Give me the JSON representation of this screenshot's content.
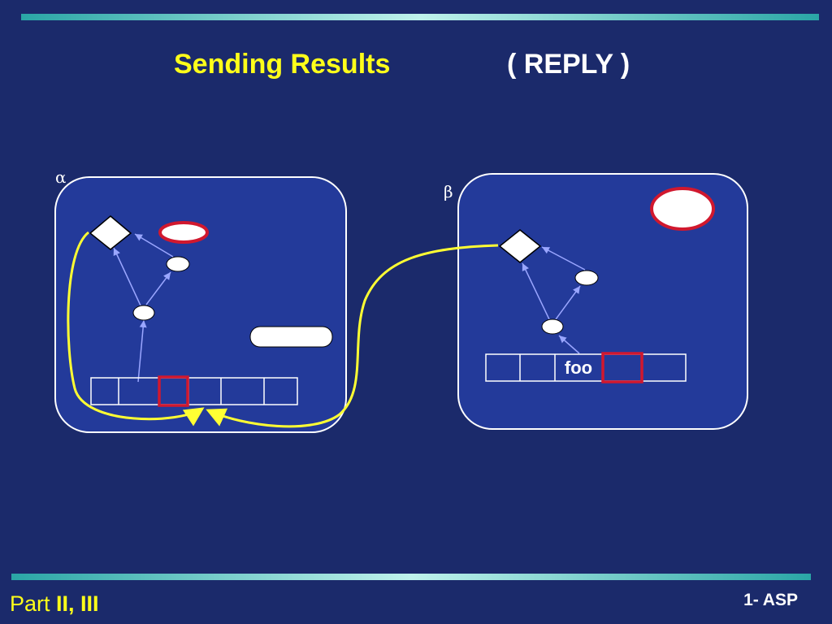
{
  "slide": {
    "title": "Sending Results",
    "subtitle": "( REPLY )"
  },
  "activities": {
    "alpha_label": "α",
    "beta_label": "β"
  },
  "request_queue": {
    "value_label": "foo"
  },
  "footer": {
    "part_label": "Part",
    "part_numbers": "II, III",
    "section": "1- ASP"
  },
  "colors": {
    "background": "#1b2a6b",
    "box_fill": "#233a9a",
    "title": "#ffff1a",
    "future_arrow": "#ffff33",
    "highlight": "#d1182e",
    "reference_arrow": "#9aa6ff"
  }
}
